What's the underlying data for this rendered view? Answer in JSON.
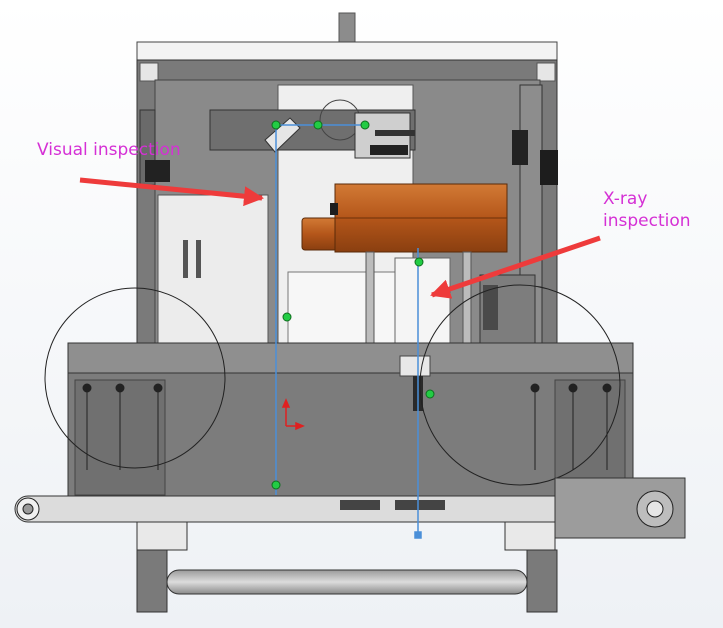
{
  "labels": {
    "visual_inspection": "Visual inspection",
    "xray_line1": "X-ray",
    "xray_line2": "inspection"
  },
  "colors": {
    "label_text": "#d530d5",
    "arrow": "#ee3b3b",
    "frame_gray": "#777777",
    "orange_unit": "#b95a1a",
    "guide_line": "#4b8fd8",
    "marker_green": "#22cc44",
    "axis_red": "#e02020"
  }
}
